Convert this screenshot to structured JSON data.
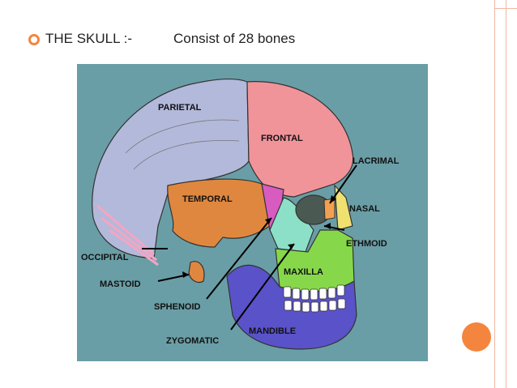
{
  "slide": {
    "title": "THE SKULL :-",
    "description": "Consist of 28 bones"
  },
  "figure": {
    "labels": {
      "parietal": "PARIETAL",
      "frontal": "FRONTAL",
      "lacrimal": "LACRIMAL",
      "temporal": "TEMPORAL",
      "nasal": "NASAL",
      "ethmoid": "ETHMOID",
      "occipital": "OCCIPITAL",
      "maxilla": "MAXILLA",
      "mastoid": "MASTOID",
      "sphenoid": "SPHENOID",
      "mandible": "MANDIBLE",
      "zygomatic": "ZYGOMATIC"
    }
  },
  "colors": {
    "background": "#6a9ea6",
    "parietal": "#b3b9da",
    "frontal": "#f0949a",
    "temporal": "#e0873f",
    "sphenoid": "#d85cc0",
    "zygomatic": "#8de0c8",
    "maxilla": "#86d84a",
    "mandible": "#5a52c8",
    "nasal": "#f0e070",
    "lacrimal": "#f2a050",
    "accent": "#f4853f",
    "bullet": "#f4853f"
  },
  "icons": {
    "bullet": "ring-bullet-icon",
    "decoration": "orange-circle-icon"
  }
}
